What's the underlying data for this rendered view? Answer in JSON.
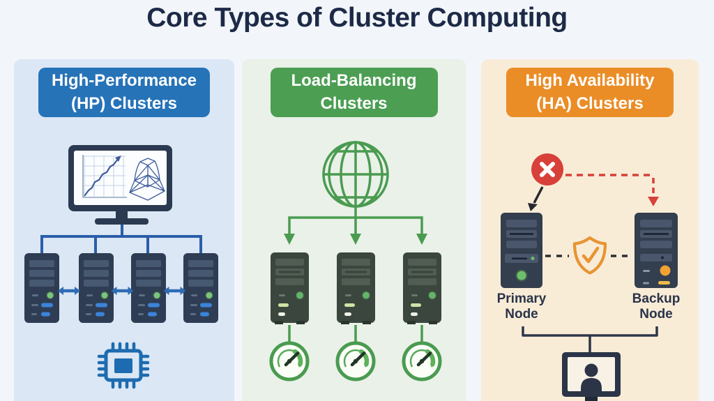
{
  "title": "Core Types of Cluster Computing",
  "palette": {
    "page_bg": "#f2f6fa",
    "hp_accent": "#2673b8",
    "hp_panel_bg": "#dbe7f5",
    "lb_accent": "#4c9e53",
    "lb_panel_bg": "#e9f1e8",
    "ha_accent": "#ea8d27",
    "ha_panel_bg": "#f9ecd7",
    "server_navy": "#2e3d53",
    "error_red": "#d8403a",
    "led_green": "#6cc06d",
    "warning_orange": "#f2a233"
  },
  "columns": [
    {
      "id": "hp",
      "header": "High-Performance (HP) Clusters",
      "icons": [
        "monitor-analytics-icon",
        "server-tower-icon",
        "bidirectional-arrow-icon",
        "cpu-chip-icon"
      ]
    },
    {
      "id": "lb",
      "header": "Load-Balancing Clusters",
      "icons": [
        "globe-icon",
        "down-arrow-icon",
        "server-tower-icon",
        "gauge-icon"
      ]
    },
    {
      "id": "ha",
      "header": "High Availability (HA) Clusters",
      "icons": [
        "failure-x-icon",
        "failover-arrow-icon",
        "server-tower-icon",
        "shield-check-icon",
        "user-monitor-icon"
      ],
      "primary_node_label": "Primary Node",
      "backup_node_label": "Backup Node"
    }
  ]
}
